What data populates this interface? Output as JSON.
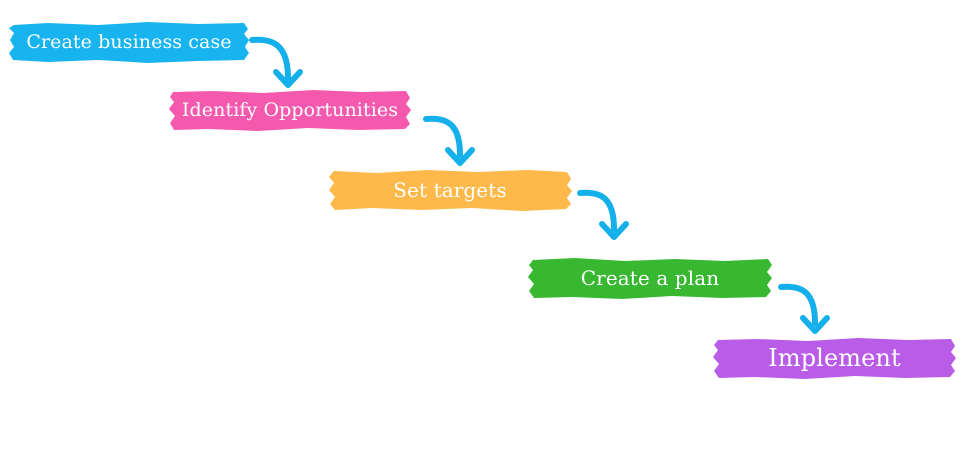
{
  "steps": [
    {
      "label": "Create business case",
      "color": "#18b4ef"
    },
    {
      "label": "Identify Opportunities",
      "color": "#f559ae"
    },
    {
      "label": "Set targets",
      "color": "#feb94a"
    },
    {
      "label": "Create a plan",
      "color": "#37b830"
    },
    {
      "label": "Implement",
      "color": "#b95ce8"
    }
  ],
  "arrow_color": "#14b0ec"
}
